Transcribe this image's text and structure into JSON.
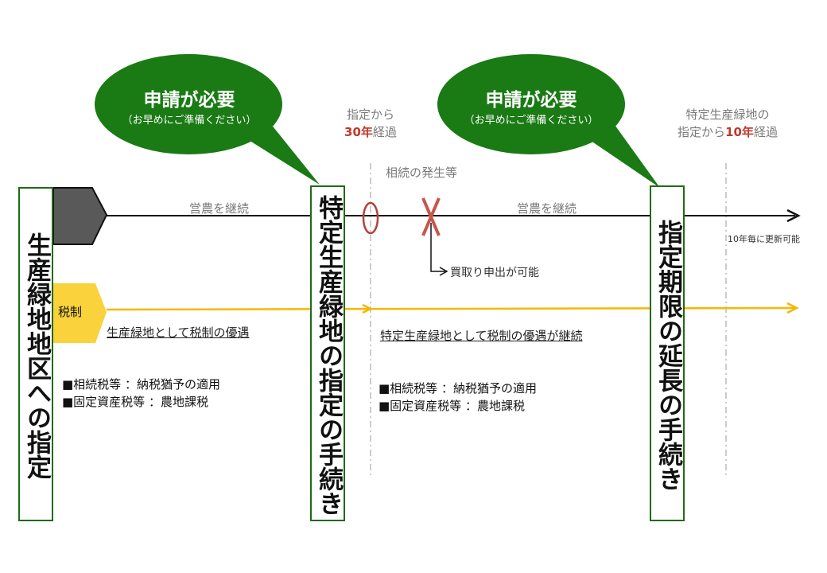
{
  "bubbles": [
    {
      "main": "申請が必要",
      "sub": "（お早めにご準備ください）"
    },
    {
      "main": "申請が必要",
      "sub": "（お早めにご準備ください）"
    }
  ],
  "milestones": {
    "thirty_years": {
      "line1": "指定から",
      "highlight": "30年",
      "suffix": "経過"
    },
    "ten_years": {
      "line1": "特定生産緑地の",
      "prefix": "指定から",
      "highlight": "10年",
      "suffix": "経過"
    },
    "inheritance": "相続の発生等"
  },
  "boxes": {
    "left": "生産緑地地区への指定",
    "middle": "特定生産緑地の指定の手続き",
    "right": "指定期限の延長の手続き"
  },
  "farming": {
    "left": "営農を継続",
    "right": "営農を継続"
  },
  "purchase_request": "買取り申出が可能",
  "renewal": "10年毎に更新可能",
  "tax": {
    "tag": "税制",
    "left_title": "生産緑地として税制の優遇",
    "right_title": "特定生産緑地として税制の優遇が継続",
    "items": [
      "■相続税等 ：納税猶予の適用",
      "■固定資産税等 ：農地課税"
    ]
  },
  "colors": {
    "green": "#1f6b16",
    "bubble": "#1a7a14",
    "gold": "#f5b800",
    "red": "#c0392b",
    "dark_gray": "#555555"
  }
}
